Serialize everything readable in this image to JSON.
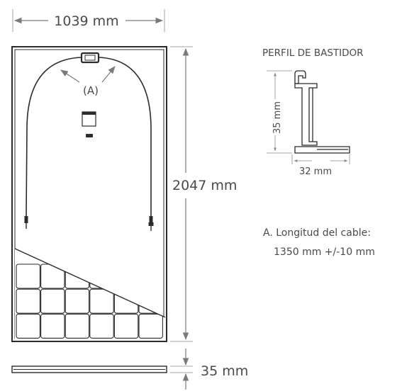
{
  "panel": {
    "width_label": "1039 mm",
    "height_label": "2047 mm",
    "thickness_label": "35 mm",
    "cable_callout": "(A)"
  },
  "profile": {
    "title": "PERFIL DE BASTIDOR",
    "height_label": "35 mm",
    "width_label": "32 mm"
  },
  "note": {
    "line1": "A. Longitud del cable:",
    "line2": "1350 mm +/-10 mm"
  },
  "colors": {
    "frame": "#2b2b2b",
    "dimension": "#7a7a7a",
    "text": "#4a4a4a"
  }
}
